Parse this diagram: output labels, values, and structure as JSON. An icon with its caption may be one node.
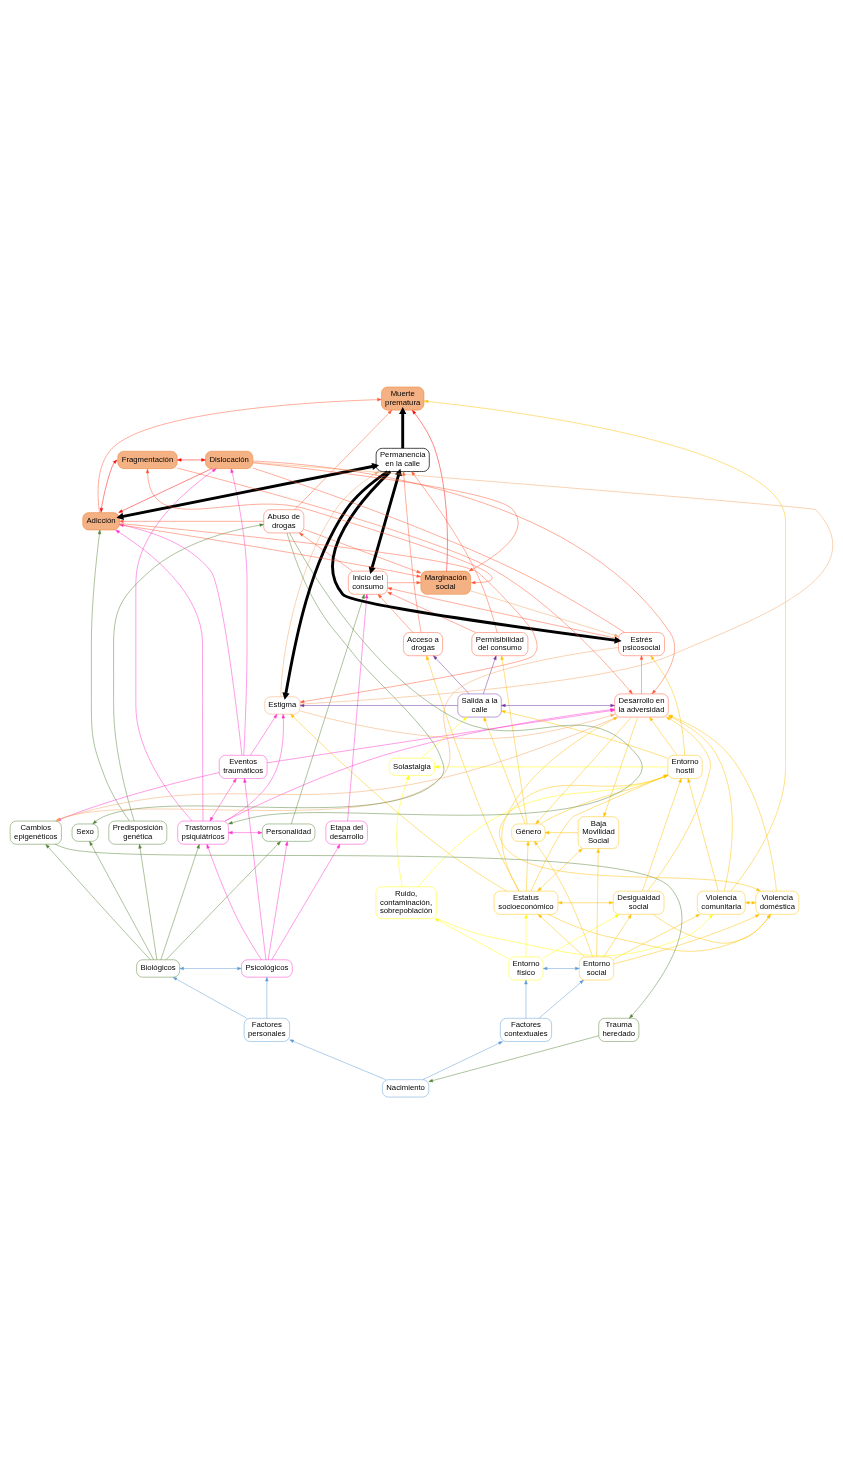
{
  "diagram": {
    "nodes": [
      {
        "text": [
          "Nacimiento"
        ]
      },
      {
        "text": [
          "Factores contextuales"
        ]
      },
      {
        "text": [
          "Factores personales"
        ]
      },
      {
        "text": [
          "Entorno físico"
        ]
      },
      {
        "text": [
          "Entorno social"
        ]
      },
      {
        "text": [
          "Trauma heredado"
        ]
      },
      {
        "text": [
          "Biológicos"
        ]
      },
      {
        "text": [
          "Psicológicos"
        ]
      },
      {
        "text": [
          "Ruido, contaminación, sobrepoblación"
        ]
      },
      {
        "text": [
          "Violencia comunitaria"
        ]
      },
      {
        "text": [
          "Violencia doméstica"
        ]
      },
      {
        "text": [
          "Desigualdad social"
        ]
      },
      {
        "text": [
          "Estatus socioeconómico"
        ]
      },
      {
        "text": [
          "Baja Movilidad Social"
        ]
      },
      {
        "text": [
          "Género"
        ]
      },
      {
        "text": [
          "Cambios epigenéticos"
        ]
      },
      {
        "text": [
          "Predisposición genética"
        ]
      },
      {
        "text": [
          "Sexo"
        ]
      },
      {
        "text": [
          "Personalidad"
        ]
      },
      {
        "text": [
          "Trastornos psiquiátricos"
        ]
      },
      {
        "text": [
          "Eventos traumáticos"
        ]
      },
      {
        "text": [
          "Etapa del desarrollo"
        ]
      },
      {
        "text": [
          "Solastalgia"
        ]
      },
      {
        "text": [
          "Entorno hostil"
        ]
      },
      {
        "text": [
          "Salida a la calle"
        ]
      },
      {
        "text": [
          "Desarrollo en la adversidad"
        ]
      },
      {
        "text": [
          "Estigma"
        ]
      },
      {
        "text": [
          "Acceso a drogas"
        ]
      },
      {
        "text": [
          "Permisibilidad del consumo"
        ]
      },
      {
        "text": [
          "Estrés psicosocial"
        ]
      },
      {
        "text": [
          "Inicio del consumo"
        ]
      },
      {
        "text": [
          "Abuso de drogas"
        ]
      },
      {
        "text": [
          "Permanencia en la calle"
        ]
      },
      {
        "text": [
          "Adicción"
        ]
      },
      {
        "text": [
          "Marginación social"
        ]
      },
      {
        "text": [
          "Fragmentación"
        ]
      },
      {
        "text": [
          "Dislocación"
        ]
      },
      {
        "text": [
          "Muerte prematura"
        ]
      }
    ],
    "edges": [
      {
        "from": 0,
        "to": 1,
        "arrow": "to",
        "color": "#5b9bd5"
      },
      {
        "from": 0,
        "to": 2,
        "arrow": "to",
        "color": "#5b9bd5"
      },
      {
        "from": 1,
        "to": 3,
        "arrow": "to",
        "color": "#5b9bd5"
      },
      {
        "from": 1,
        "to": 4,
        "arrow": "to",
        "color": "#5b9bd5"
      },
      {
        "from": 3,
        "to": 4,
        "arrow": "both",
        "color": "#5b9bd5"
      },
      {
        "from": 2,
        "to": 6,
        "arrow": "to",
        "color": "#5b9bd5"
      },
      {
        "from": 2,
        "to": 7,
        "arrow": "to",
        "color": "#5b9bd5"
      },
      {
        "from": 6,
        "to": 7,
        "arrow": "both",
        "color": "#5b9bd5"
      },
      {
        "from": 5,
        "to": 0,
        "arrow": "to",
        "color": "#548235"
      },
      {
        "from": 15,
        "to": 5,
        "arrow": "to",
        "color": "#548235"
      },
      {
        "from": 6,
        "to": 15,
        "arrow": "to",
        "color": "#548235"
      },
      {
        "from": 6,
        "to": 16,
        "arrow": "to",
        "color": "#548235"
      },
      {
        "from": 6,
        "to": 17,
        "arrow": "to",
        "color": "#548235"
      },
      {
        "from": 6,
        "to": 18,
        "arrow": "to",
        "color": "#548235"
      },
      {
        "from": 6,
        "to": 19,
        "arrow": "to",
        "color": "#548235"
      },
      {
        "from": 7,
        "to": 18,
        "arrow": "to",
        "color": "#ff33cc"
      },
      {
        "from": 7,
        "to": 19,
        "arrow": "to",
        "color": "#ff33cc"
      },
      {
        "from": 7,
        "to": 20,
        "arrow": "to",
        "color": "#ff33cc"
      },
      {
        "from": 7,
        "to": 21,
        "arrow": "to",
        "color": "#ff33cc"
      },
      {
        "from": 18,
        "to": 19,
        "arrow": "both",
        "color": "#ff33cc"
      },
      {
        "from": 19,
        "to": 20,
        "arrow": "both",
        "color": "#ff33cc"
      },
      {
        "from": 3,
        "to": 8,
        "arrow": "to",
        "color": "#ffff00"
      },
      {
        "from": 3,
        "to": 11,
        "arrow": "to",
        "color": "#ffff00"
      },
      {
        "from": 3,
        "to": 12,
        "arrow": "to",
        "color": "#ffff00"
      },
      {
        "from": 8,
        "to": 9,
        "arrow": "to",
        "color": "#ffff00"
      },
      {
        "from": 8,
        "to": 22,
        "arrow": "to",
        "color": "#ffff00"
      },
      {
        "from": 8,
        "to": 23,
        "arrow": "to",
        "color": "#ffff00"
      },
      {
        "from": 23,
        "to": 22,
        "arrow": "to",
        "color": "#ffff00"
      },
      {
        "from": 22,
        "to": 24,
        "arrow": "to",
        "color": "#ffff00"
      },
      {
        "from": 4,
        "to": 9,
        "arrow": "to",
        "color": "#ffc000"
      },
      {
        "from": 4,
        "to": 10,
        "arrow": "to",
        "color": "#ffc000"
      },
      {
        "from": 4,
        "to": 11,
        "arrow": "to",
        "color": "#ffc000"
      },
      {
        "from": 4,
        "to": 12,
        "arrow": "to",
        "color": "#ffc000"
      },
      {
        "from": 4,
        "to": 13,
        "arrow": "to",
        "color": "#ffc000"
      },
      {
        "from": 4,
        "to": 14,
        "arrow": "to",
        "color": "#ffc000"
      },
      {
        "from": 9,
        "to": 10,
        "arrow": "both",
        "color": "#ffc000"
      },
      {
        "from": 11,
        "to": 10,
        "arrow": "to",
        "color": "#ffc000"
      },
      {
        "from": 11,
        "to": 12,
        "arrow": "both",
        "color": "#ffc000"
      },
      {
        "from": 12,
        "to": 13,
        "arrow": "both",
        "color": "#ffc000"
      },
      {
        "from": 12,
        "to": 10,
        "arrow": "to",
        "color": "#ffc000"
      },
      {
        "from": 12,
        "to": 14,
        "arrow": "to",
        "color": "#ffc000"
      },
      {
        "from": 13,
        "to": 14,
        "arrow": "to",
        "color": "#ffc000"
      },
      {
        "from": 9,
        "to": 23,
        "arrow": "to",
        "color": "#ffc000"
      },
      {
        "from": 23,
        "to": 10,
        "arrow": "to",
        "color": "#ffc000"
      },
      {
        "from": 11,
        "to": 23,
        "arrow": "to",
        "color": "#ffc000"
      },
      {
        "from": 12,
        "to": 23,
        "arrow": "to",
        "color": "#ffc000"
      },
      {
        "from": 14,
        "to": 23,
        "arrow": "to",
        "color": "#ffc000"
      },
      {
        "from": 23,
        "to": 24,
        "arrow": "to",
        "color": "#ffc000"
      },
      {
        "from": 14,
        "to": 24,
        "arrow": "to",
        "color": "#ffc000"
      },
      {
        "from": 23,
        "to": 29,
        "arrow": "to",
        "color": "#ffc000"
      },
      {
        "from": 23,
        "to": 25,
        "arrow": "to",
        "color": "#ffc000"
      },
      {
        "from": 9,
        "to": 25,
        "arrow": "to",
        "color": "#ffc000"
      },
      {
        "from": 10,
        "to": 25,
        "arrow": "to",
        "color": "#ffc000"
      },
      {
        "from": 11,
        "to": 25,
        "arrow": "to",
        "color": "#ffc000"
      },
      {
        "from": 12,
        "to": 25,
        "arrow": "to",
        "color": "#ffc000"
      },
      {
        "from": 25,
        "to": 13,
        "arrow": "to",
        "color": "#ffc000"
      },
      {
        "from": 25,
        "to": 14,
        "arrow": "to",
        "color": "#ffc000"
      },
      {
        "from": 12,
        "to": 27,
        "arrow": "to",
        "color": "#ffc000"
      },
      {
        "from": 14,
        "to": 28,
        "arrow": "to",
        "color": "#ffc000"
      },
      {
        "from": 9,
        "to": 37,
        "arrow": "to",
        "color": "#ffc000"
      },
      {
        "from": 12,
        "to": 26,
        "arrow": "to",
        "color": "#ffc000"
      },
      {
        "from": 24,
        "to": 27,
        "arrow": "to",
        "color": "#7030a0"
      },
      {
        "from": 24,
        "to": 28,
        "arrow": "to",
        "color": "#7030a0"
      },
      {
        "from": 24,
        "to": 26,
        "arrow": "to",
        "color": "#7030a0"
      },
      {
        "from": 24,
        "to": 25,
        "arrow": "both",
        "color": "#7030a0"
      },
      {
        "from": 27,
        "to": 30,
        "arrow": "to",
        "color": "#ff5533"
      },
      {
        "from": 27,
        "to": 32,
        "arrow": "to",
        "color": "#ff5533"
      },
      {
        "from": 28,
        "to": 32,
        "arrow": "to",
        "color": "#ff5533"
      },
      {
        "from": 28,
        "to": 30,
        "arrow": "to",
        "color": "#ff5533"
      },
      {
        "from": 29,
        "to": 30,
        "arrow": "to",
        "color": "#ff5533"
      },
      {
        "from": 30,
        "to": 31,
        "arrow": "to",
        "color": "#ff5533"
      },
      {
        "from": 31,
        "to": 33,
        "arrow": "to",
        "color": "#ff5533"
      },
      {
        "from": 31,
        "to": 37,
        "arrow": "to",
        "color": "#ff5533"
      },
      {
        "from": 33,
        "to": 37,
        "arrow": "to",
        "color": "#ff5533"
      },
      {
        "from": 25,
        "to": 29,
        "arrow": "to",
        "color": "#ff5533"
      },
      {
        "from": 36,
        "to": 33,
        "arrow": "to",
        "color": "#ff0000"
      },
      {
        "from": 35,
        "to": 36,
        "arrow": "both",
        "color": "#ff0000"
      },
      {
        "from": 33,
        "to": 35,
        "arrow": "both",
        "color": "#ff0000"
      },
      {
        "from": 36,
        "to": 34,
        "arrow": "to",
        "color": "#ff5533"
      },
      {
        "from": 35,
        "to": 34,
        "arrow": "both",
        "color": "#ff5533"
      },
      {
        "from": 34,
        "to": 37,
        "arrow": "to",
        "color": "#ff0000"
      },
      {
        "from": 36,
        "to": 25,
        "arrow": "to",
        "color": "#ff5533"
      },
      {
        "from": 35,
        "to": 25,
        "arrow": "to",
        "color": "#ff5533"
      },
      {
        "from": 36,
        "to": 29,
        "arrow": "none",
        "color": "#ff5533"
      },
      {
        "from": 30,
        "to": 34,
        "arrow": "to",
        "color": "#ff5533"
      },
      {
        "from": 31,
        "to": 34,
        "arrow": "to",
        "color": "#ff5533"
      },
      {
        "from": 33,
        "to": 34,
        "arrow": "to",
        "color": "#ff5533"
      },
      {
        "from": 33,
        "to": 26,
        "arrow": "to",
        "color": "#ff5533"
      },
      {
        "from": 36,
        "to": 26,
        "arrow": "none",
        "color": "#f4a460"
      },
      {
        "from": 34,
        "to": 29,
        "arrow": "to",
        "color": "#f4a460"
      },
      {
        "from": 26,
        "to": 32,
        "arrow": "to",
        "color": "#f4a460"
      },
      {
        "from": 26,
        "to": 25,
        "arrow": "to",
        "color": "#f4a460"
      },
      {
        "from": 29,
        "to": 15,
        "arrow": "to",
        "color": "#f4a460"
      },
      {
        "from": 25,
        "to": 15,
        "arrow": "none",
        "color": "#f4a460"
      },
      {
        "from": 32,
        "to": 37,
        "arrow": "to",
        "style": "thick",
        "color": "#000000"
      },
      {
        "from": 32,
        "to": 33,
        "arrow": "both",
        "style": "thick",
        "color": "#000000"
      },
      {
        "from": 32,
        "to": 30,
        "arrow": "both",
        "style": "thick",
        "color": "#000000"
      },
      {
        "from": 32,
        "to": 29,
        "arrow": "to",
        "style": "thick",
        "color": "#000000"
      },
      {
        "from": 32,
        "to": 26,
        "arrow": "to",
        "style": "thick",
        "color": "#000000"
      },
      {
        "from": 16,
        "to": 33,
        "arrow": "to",
        "color": "#548235"
      },
      {
        "from": 16,
        "to": 31,
        "arrow": "to",
        "color": "#548235"
      },
      {
        "from": 18,
        "to": 30,
        "arrow": "to",
        "color": "#548235"
      },
      {
        "from": 31,
        "to": 17,
        "arrow": "to",
        "color": "#548235"
      },
      {
        "from": 31,
        "to": 19,
        "arrow": "to",
        "color": "#548235"
      },
      {
        "from": 19,
        "to": 33,
        "arrow": "to",
        "color": "#ff33cc"
      },
      {
        "from": 20,
        "to": 33,
        "arrow": "to",
        "color": "#ff33cc"
      },
      {
        "from": 19,
        "to": 26,
        "arrow": "to",
        "color": "#ff33cc"
      },
      {
        "from": 20,
        "to": 26,
        "arrow": "to",
        "color": "#ff33cc"
      },
      {
        "from": 21,
        "to": 30,
        "arrow": "to",
        "color": "#ff33cc"
      },
      {
        "from": 20,
        "to": 25,
        "arrow": "to",
        "color": "#ff33cc"
      },
      {
        "from": 19,
        "to": 25,
        "arrow": "to",
        "color": "#ff33cc"
      },
      {
        "from": 20,
        "to": 36,
        "arrow": "to",
        "color": "#ff33cc"
      },
      {
        "from": 19,
        "to": 36,
        "arrow": "to",
        "color": "#ff33cc"
      },
      {
        "from": 20,
        "to": 15,
        "arrow": "to",
        "color": "#ff33cc"
      }
    ]
  }
}
